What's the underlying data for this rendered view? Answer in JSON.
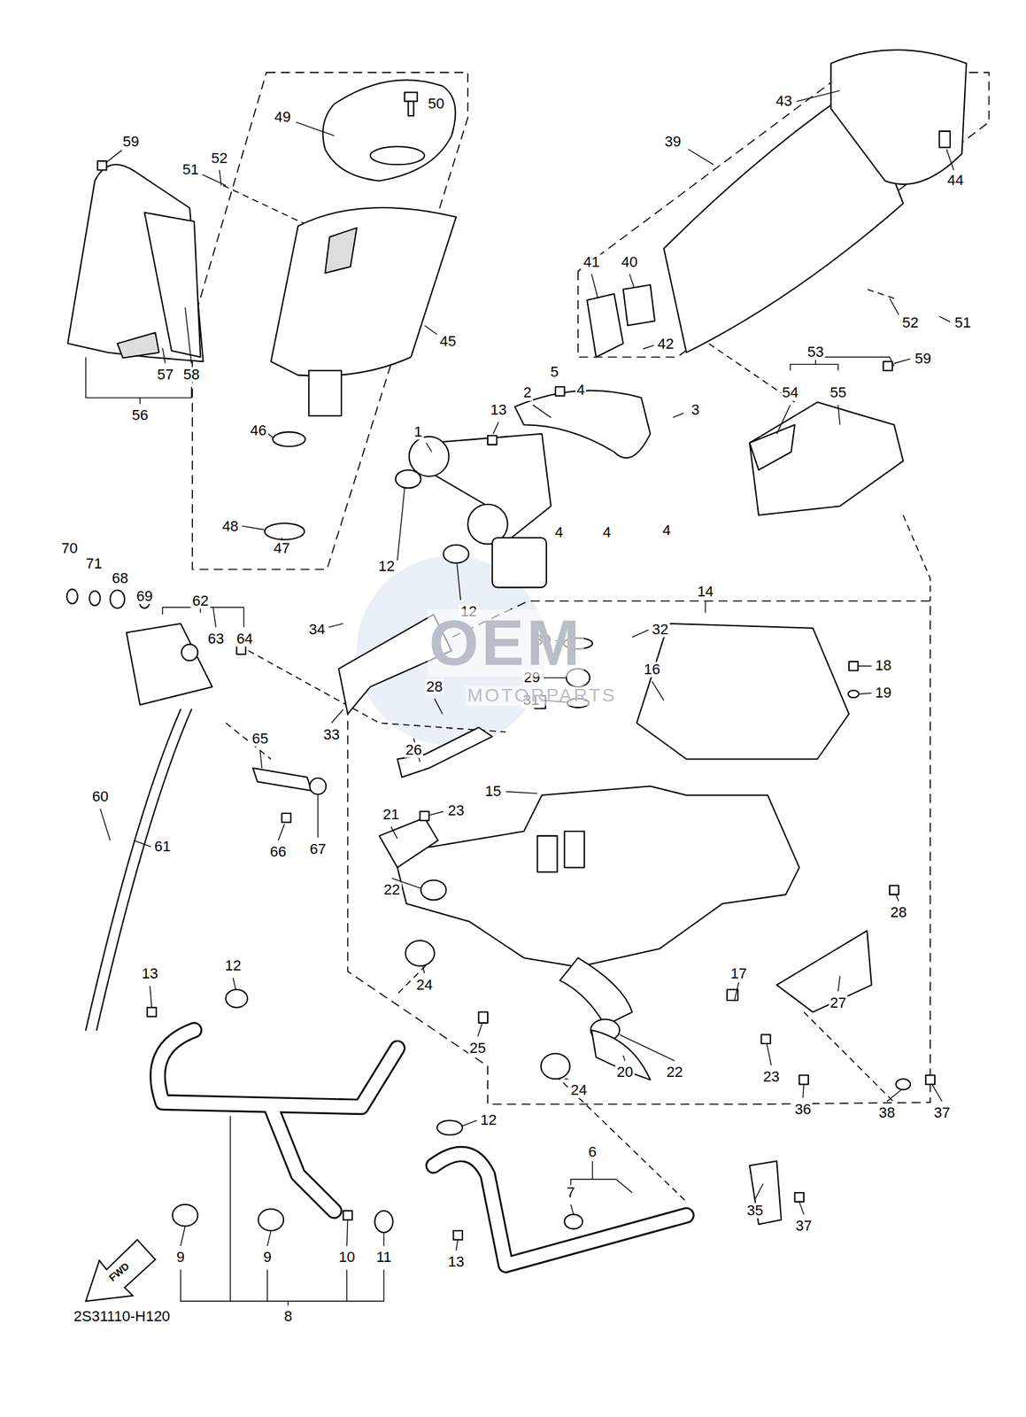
{
  "diagram": {
    "labels": [
      "50",
      "49",
      "59",
      "51",
      "52",
      "43",
      "44",
      "39",
      "45",
      "40",
      "41",
      "42",
      "52",
      "51",
      "59",
      "53",
      "54",
      "55",
      "5",
      "4",
      "3",
      "2",
      "13",
      "1",
      "4",
      "4",
      "4",
      "57",
      "58",
      "56",
      "46",
      "48",
      "47",
      "12",
      "12",
      "14",
      "70",
      "71",
      "68",
      "69",
      "62",
      "63",
      "64",
      "34",
      "30",
      "32",
      "29",
      "18",
      "19",
      "16",
      "31",
      "28",
      "33",
      "26",
      "65",
      "15",
      "60",
      "61",
      "23",
      "21",
      "66",
      "67",
      "22",
      "28",
      "17",
      "27",
      "13",
      "12",
      "24",
      "25",
      "22",
      "20",
      "23",
      "24",
      "38",
      "37",
      "36",
      "12",
      "6",
      "7",
      "35",
      "37",
      "9",
      "9",
      "10",
      "11",
      "13",
      "8",
      "2S31110-H120",
      "FWD",
      "OEM",
      "MOTORPARTS"
    ]
  }
}
